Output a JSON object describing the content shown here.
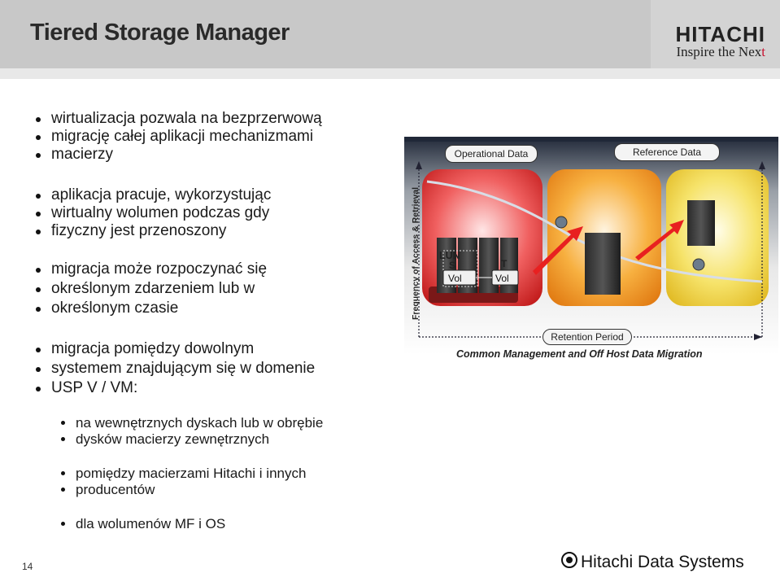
{
  "header": {
    "title": "Tiered Storage Manager",
    "brand_name": "HITACHI",
    "brand_tagline_pre": "Inspire the Nex",
    "brand_tagline_x": "t"
  },
  "bullets": [
    "wirtualizacja pozwala na bezprzerwową",
    "migrację całej aplikacji mechanizmami",
    "macierzy",
    "aplikacja pracuje, wykorzystując",
    "wirtualny wolumen podczas gdy",
    "fizyczny jest przenoszony",
    "migracja może rozpoczynać się",
    "określonym zdarzeniem lub w",
    "określonym czasie",
    "migracja pomiędzy dowolnym",
    "systemem znajdującym się w domenie",
    "USP V / VM:"
  ],
  "sub_bullets": [
    "na wewnętrznych dyskach lub w obrębie",
    "dysków macierzy zewnętrznych",
    "pomiędzy macierzami Hitachi i innych",
    "producentów",
    "dla wolumenów MF i OS"
  ],
  "diagram": {
    "operational": "Operational Data",
    "reference": "Reference Data",
    "y_axis": "Frequency of Access & Retrieval",
    "lun_text": "LUN",
    "s_text": "S",
    "vol1": "Vol",
    "t_text": "T",
    "vol2": "Vol",
    "retention": "Retention Period",
    "caption": "Common Management and Off Host Data Migration"
  },
  "footer": {
    "page_number": "14",
    "company": "Hitachi Data Systems"
  }
}
